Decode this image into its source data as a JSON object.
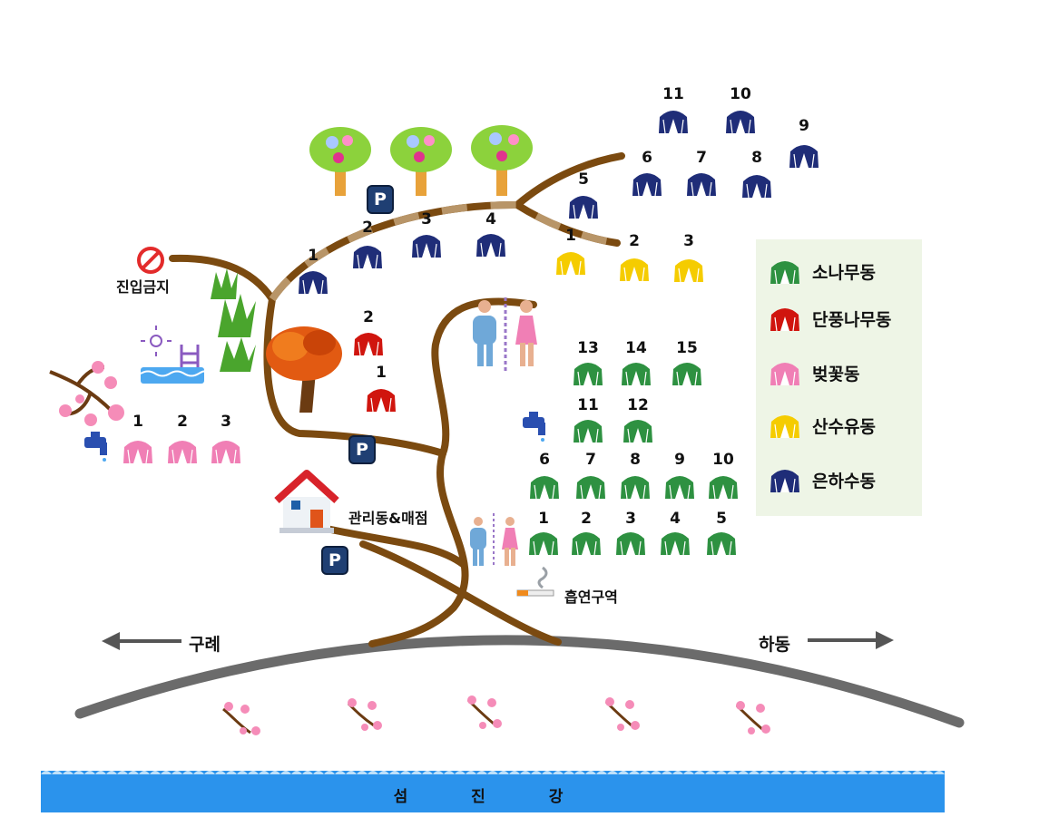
{
  "map": {
    "no_entry_label": "진입금지",
    "office_label": "관리동&매점",
    "smoking_label": "흡연구역",
    "left_direction": "구례",
    "right_direction": "하동",
    "river_name": "섬 진 강",
    "parking_symbol": "P"
  },
  "legend": {
    "items": [
      {
        "label": "소나무동",
        "color": "#2e9141",
        "zone": "pine"
      },
      {
        "label": "단풍나무동",
        "color": "#d0150e",
        "zone": "maple"
      },
      {
        "label": "벚꽃동",
        "color": "#f07fb5",
        "zone": "cherry"
      },
      {
        "label": "산수유동",
        "color": "#f5cc00",
        "zone": "cornus"
      },
      {
        "label": "은하수동",
        "color": "#1f2d78",
        "zone": "galaxy"
      }
    ]
  },
  "sites": {
    "galaxy": [
      "1",
      "2",
      "3",
      "4",
      "5",
      "6",
      "7",
      "8",
      "9",
      "10",
      "11"
    ],
    "cornus": [
      "1",
      "2",
      "3"
    ],
    "maple": [
      "1",
      "2"
    ],
    "cherry": [
      "1",
      "2",
      "3"
    ],
    "pine": [
      "1",
      "2",
      "3",
      "4",
      "5",
      "6",
      "7",
      "8",
      "9",
      "10",
      "11",
      "12",
      "13",
      "14",
      "15"
    ]
  },
  "icons": [
    "no-entry-icon",
    "grass-icon",
    "pool-icon",
    "cherry-blossom-icon",
    "faucet-icon",
    "maple-tree-icon",
    "flower-tree-icon",
    "restroom-icon",
    "house-icon",
    "cigarette-icon",
    "arrow-left-icon",
    "arrow-right-icon"
  ]
}
